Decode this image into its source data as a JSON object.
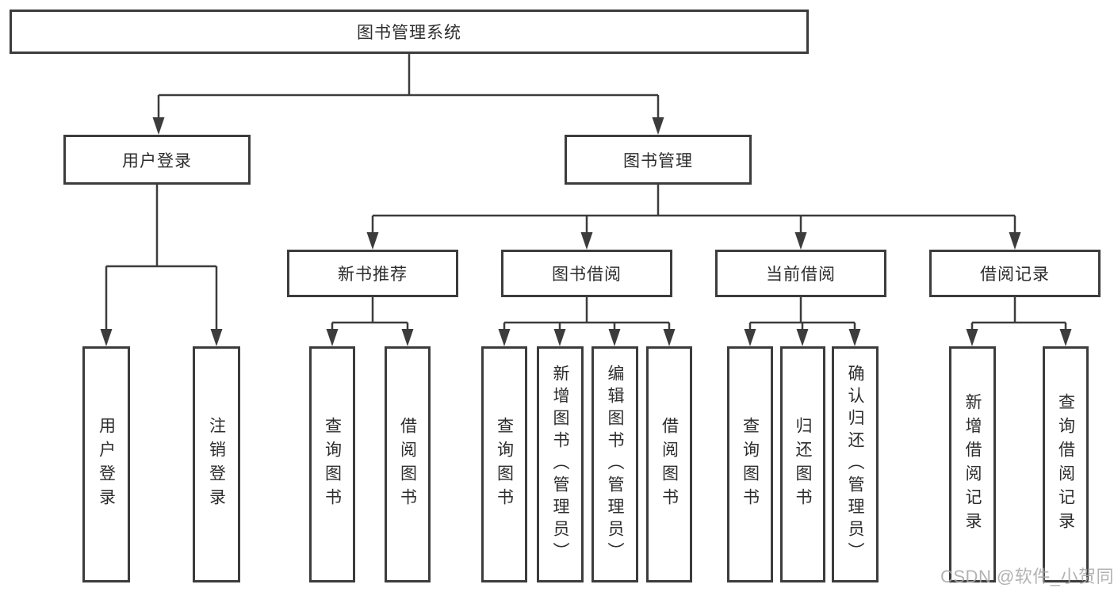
{
  "tree": {
    "label": "图书管理系统",
    "children": [
      {
        "label": "用户登录",
        "children": [
          {
            "label": "用户登录"
          },
          {
            "label": "注销登录"
          }
        ]
      },
      {
        "label": "图书管理",
        "children": [
          {
            "label": "新书推荐",
            "children": [
              {
                "label": "查询图书"
              },
              {
                "label": "借阅图书"
              }
            ]
          },
          {
            "label": "图书借阅",
            "children": [
              {
                "label": "查询图书"
              },
              {
                "label": "新增图书（管理员）"
              },
              {
                "label": "编辑图书（管理员）"
              },
              {
                "label": "借阅图书"
              }
            ]
          },
          {
            "label": "当前借阅",
            "children": [
              {
                "label": "查询图书"
              },
              {
                "label": "归还图书"
              },
              {
                "label": "确认归还（管理员）"
              }
            ]
          },
          {
            "label": "借阅记录",
            "children": [
              {
                "label": "新增借阅记录"
              },
              {
                "label": "查询借阅记录"
              }
            ]
          }
        ]
      }
    ]
  },
  "watermark": {
    "text": "CSDN @软件_小贺同学"
  },
  "colors": {
    "line": "#3c3c3c",
    "text": "#2d2d2d",
    "box_background": "#ffffff",
    "watermark": "#a9a9a9"
  }
}
